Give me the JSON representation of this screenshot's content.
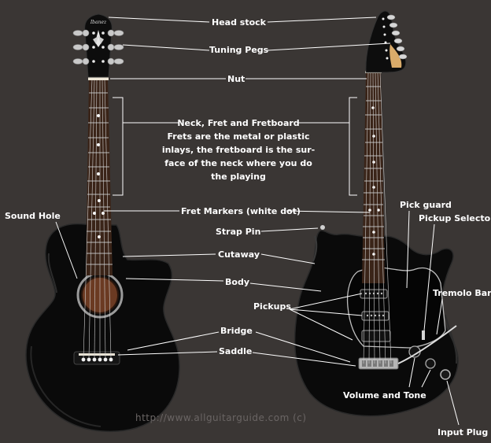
{
  "labels": {
    "head_stock": "Head stock",
    "tuning_pegs": "Tuning Pegs",
    "nut": "Nut",
    "neck": "Neck, Fret and Fretboard",
    "neck_desc_1": "Frets are the metal or plastic",
    "neck_desc_2": "inlays, the fretboard is the sur-",
    "neck_desc_3": "face of the neck where you do",
    "neck_desc_4": "the playing",
    "sound_hole": "Sound Hole",
    "fret_markers": "Fret Markers (white dot)",
    "strap_pin": "Strap Pin",
    "cutaway": "Cutaway",
    "body": "Body",
    "pick_guard": "Pick guard",
    "pickup_selector": "Pickup Selector",
    "tremolo_bar": "Tremolo Bar",
    "pickups": "Pickups",
    "bridge": "Bridge",
    "saddle": "Saddle",
    "volume_tone": "Volume and Tone",
    "input_plug": "Input Plug"
  },
  "logo_text": "Ibanez",
  "watermark": "http://www.allguitarguide.com (c)",
  "colors": {
    "background": "#3a3634",
    "text": "#ffffff",
    "guitar_body": "#0a0a0a",
    "fretboard": "#3a2418",
    "leader_line": "#ffffff",
    "soundhole_wood": "#6b3a22"
  }
}
